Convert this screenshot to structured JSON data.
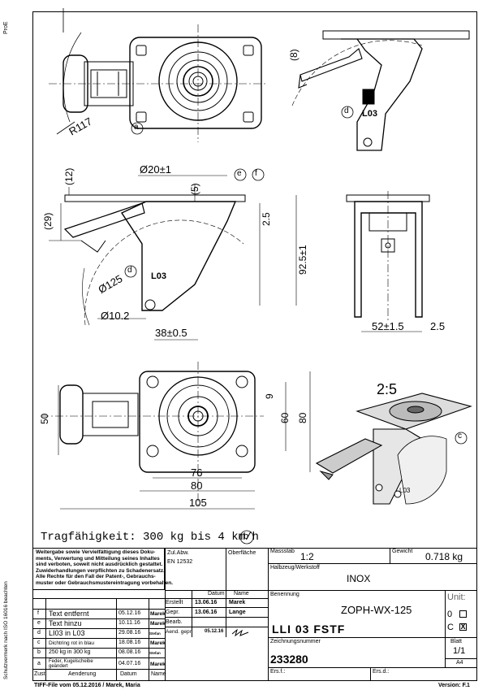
{
  "margin": {
    "top_right_code": "ProE",
    "iso_note": "Schutzvermerk nach ISO 16016 beachten"
  },
  "views": {
    "top": {
      "radius": "R117",
      "callout": "a"
    },
    "side_top": {
      "dim8": "(8)",
      "callout": "d",
      "logo": "L03"
    },
    "front": {
      "dia20": "Ø20±1",
      "callouts": [
        "e",
        "f"
      ],
      "dim5": "(5)",
      "dim12": "(12)",
      "dim29": "(29)",
      "dim25": "2.5",
      "dim925": "92.5±1",
      "dia125": "Ø125",
      "dia102": "Ø10.2",
      "dim38": "38±0.5",
      "callout": "d",
      "logo": "L03"
    },
    "side": {
      "dim52": "52±1.5",
      "dim25": "2.5"
    },
    "plate": {
      "dim50": "50",
      "dim9": "9",
      "dim60": "60",
      "dim80v": "80",
      "dim76": "76",
      "dim80": "80",
      "dim105": "105"
    },
    "iso": {
      "scale": "2:5",
      "callout": "c",
      "logo": "L03"
    }
  },
  "load": {
    "text": "Tragfähigkeit: 300 kg bis 4 km/h",
    "callout": "b"
  },
  "titleblock": {
    "legal": [
      "Weitergabe sowie Vervielfältigung dieses Doku-",
      "ments, Verwertung und Mitteilung seines Inhaltes",
      "sind verboten, soweit nicht ausdrücklich gestattet.",
      "Zuwiderhandlungen verpflichten zu Schadenersatz.",
      "Alle Rechte für den Fall der Patent-, Gebrauchs-",
      "muster oder Gebrauchsmustereintragung vorbehalten."
    ],
    "zul_abw_label": "Zul.Abw.",
    "zul_abw_value": "EN 12532",
    "surface_label": "Oberfläche",
    "scale_label": "Massstab",
    "scale_value": "1:2",
    "weight_label": "Gewicht",
    "weight_value": "0.718 kg",
    "material_label": "Halbzeug/Werkstoff",
    "material_value": "INOX",
    "date_header": "Datum",
    "name_header": "Name",
    "roles": [
      {
        "role": "Erstellt",
        "date": "13.06.16",
        "name": "Marek"
      },
      {
        "role": "Gepr.",
        "date": "13.06.16",
        "name": "Lange"
      },
      {
        "role": "Bearb.",
        "date": "",
        "name": ""
      },
      {
        "role": "Aend. gepr.",
        "date": "05.12.16",
        "name": ""
      }
    ],
    "designation_label": "Benennung",
    "designation_1": "ZOPH-WX-125",
    "designation_2": "LLI 03 FSTF",
    "drawing_no_label": "Zeichnungsnummer",
    "drawing_no": "233280",
    "unit_label": "Unit:",
    "unit_options": [
      {
        "mark": "0",
        "checked": false
      },
      {
        "mark": "C",
        "checked": true
      }
    ],
    "sheet_label": "Blatt",
    "sheet_value": "1/1",
    "format": "A4",
    "ers_f": "Ers.f.:",
    "ers_d": "Ers.d.:",
    "changes": [
      {
        "id": "f",
        "text": "Text entfernt",
        "date": "05.12.16",
        "name": "Marek"
      },
      {
        "id": "e",
        "text": "Text hinzu",
        "date": "10.11.16",
        "name": "Marek"
      },
      {
        "id": "d",
        "text": "LI03 in L03",
        "date": "29.08.16",
        "name": "Stefan"
      },
      {
        "id": "c",
        "text": "Dichtring rot in blau",
        "date": "18.08.16",
        "name": "Marek"
      },
      {
        "id": "b",
        "text": "250 kg in 300 kg",
        "date": "08.08.16",
        "name": "Stefan"
      },
      {
        "id": "a",
        "text": "Feder, Kugelscheibe geändert",
        "date": "04.07.16",
        "name": "Marek"
      }
    ],
    "change_headers": {
      "zust": "Zust.",
      "aend": "Aenderung",
      "datum": "Datum",
      "name": "Name"
    },
    "footer_left": "TIFF-File vom 05.12.2016 / Marek, Maria",
    "footer_right": "Version: F.1"
  }
}
